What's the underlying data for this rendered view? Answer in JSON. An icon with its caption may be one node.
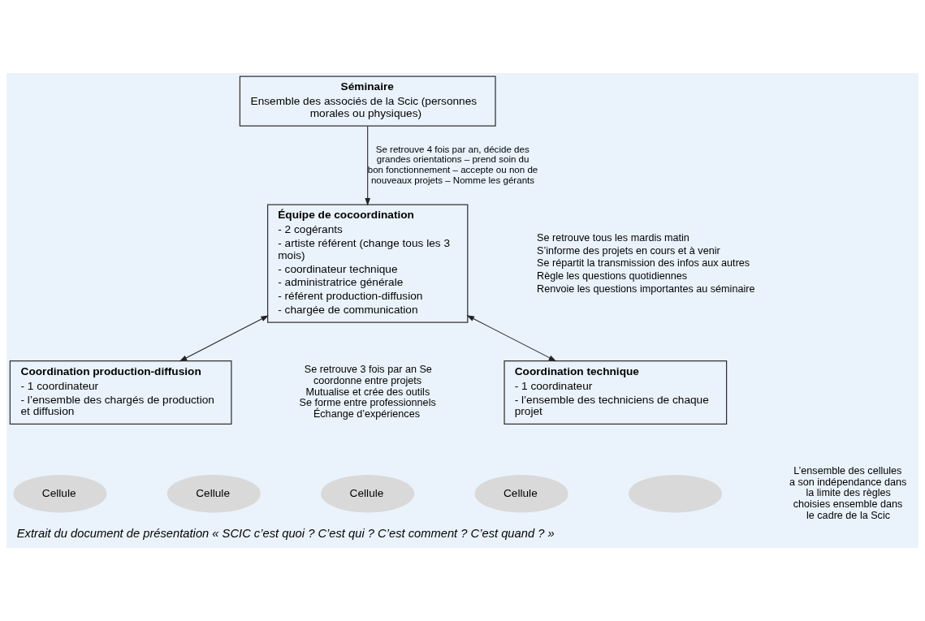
{
  "diagram": {
    "caption": "Extrait du document de présentation « SCIC c’est quoi ? C’est qui ? C’est comment ? C’est quand ? »",
    "nodes": [
      {
        "text": [
          "Séminaire",
          "Ensemble des associés de la Scic (personnes morales ou physiques)"
        ]
      },
      {
        "text": [
          "Équipe de cocoordination",
          "- 2 cogérants",
          "- artiste référent (change tous les 3 mois)",
          "- coordinateur technique",
          "- administratrice générale",
          "- référent production-diffusion",
          "- chargée de communication"
        ],
        "beside": [
          "Se retrouve tous les mardis matin",
          "S’informe des projets en cours et à venir",
          "Se répartit la transmission des infos aux autres",
          "Règle les questions quotidiennes",
          "Renvoie les questions importantes au séminaire"
        ]
      },
      {
        "text": [
          "Coordination production-diffusion",
          "- 1 coordinateur",
          "- l’ensemble des chargés de production et diffusion"
        ]
      },
      {
        "text": [
          "Coordination technique",
          "- 1 coordinateur",
          "- l’ensemble des techniciens de chaque projet"
        ]
      },
      {
        "text": [
          "Cellule"
        ]
      },
      {
        "text": [
          "Cellule"
        ]
      },
      {
        "text": [
          "Cellule"
        ]
      },
      {
        "text": [
          "Cellule"
        ]
      },
      {
        "text": [],
        "shape": "ellipse"
      }
    ],
    "edges": [
      {
        "from": 0,
        "to": 1,
        "arrow": "to",
        "label": "Se retrouve 4 fois par an, décide des grandes orientations – prend soin du bon fonctionnement – accepte ou non de nouveaux projets – Nomme les gérants"
      },
      {
        "from": 1,
        "to": 2,
        "arrow": "both"
      },
      {
        "from": 1,
        "to": 3,
        "arrow": "both"
      }
    ],
    "labels": [
      "Se retrouve 3 fois par an Se coordonne entre projets Mutualise et crée des outils Se forme entre professionnels Échange d’expériences",
      "L’ensemble des cellules a son indépendance dans la limite des règles choisies ensemble dans le cadre de la Scic"
    ]
  }
}
